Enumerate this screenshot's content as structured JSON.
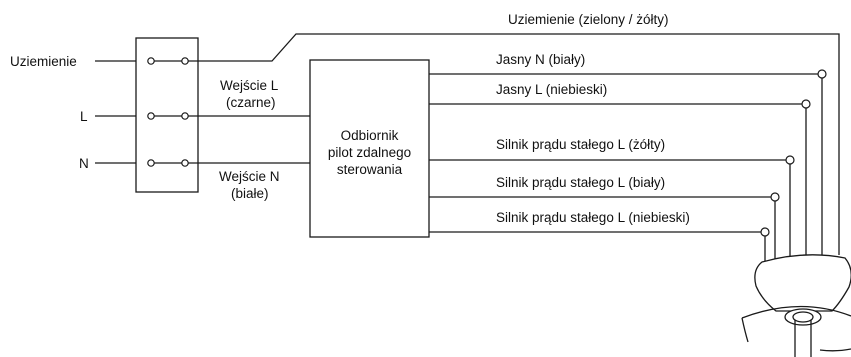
{
  "labels": {
    "ground_in": "Uziemienie",
    "l_in": "L",
    "n_in": "N",
    "input_l_line1": "Wejście L",
    "input_l_line2": "(czarne)",
    "input_n_line1": "Wejście N",
    "input_n_line2": "(białe)",
    "receiver_line1": "Odbiornik",
    "receiver_line2": "pilot zdalnego",
    "receiver_line3": "sterowania",
    "ground_out": "Uziemienie (zielony / żółty)",
    "light_n": "Jasny N (biały)",
    "light_l": "Jasny L (niebieski)",
    "motor_yellow": "Silnik prądu stałego L (żółty)",
    "motor_white": "Silnik prądu stałego L (biały)",
    "motor_blue": "Silnik prądu stałego L (niebieski)"
  }
}
